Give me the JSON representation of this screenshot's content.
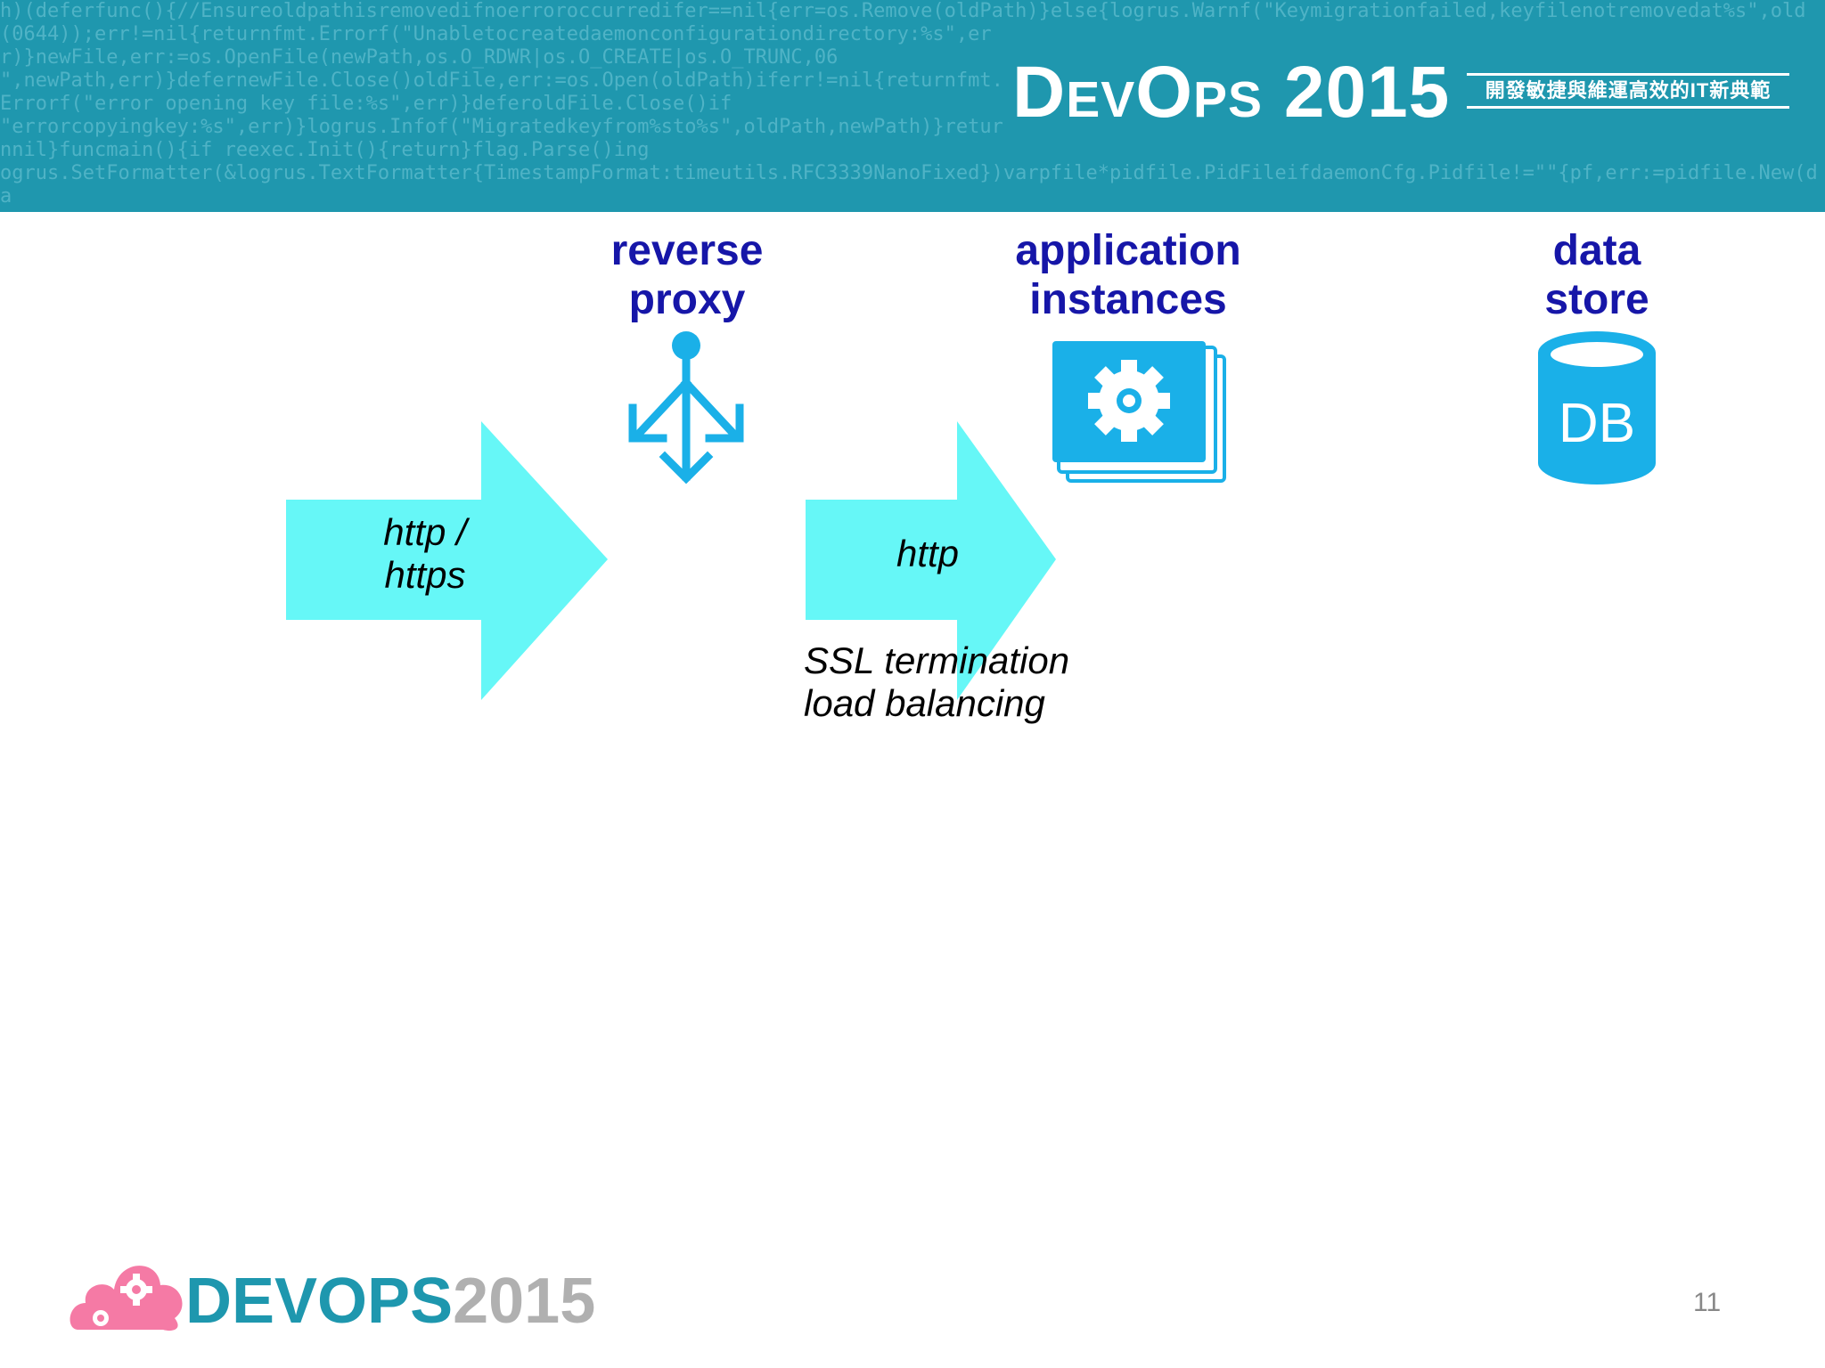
{
  "header": {
    "background_code_lines": [
      "h)(deferfunc(){//Ensureoldpathisremovedifnoerroroccurredifer==nil{err=os.Remove(oldPath)}else{logrus.Warnf(\"Keymigrationfailed,keyfilenotremovedat%s\",old",
      "(0644));err!=nil{returnfmt.Errorf(\"Unabletocreatedaemonconfigurationdirectory:%s\",err)}newFile,err:=os.OpenFile(newPath,os.O_RDWR|os.O_CREATE|os.O_TRUNC,06",
      "\",newPath,err)}defernewFile.Close()oldFile,err:=os.Open(oldPath)iferr!=nil{returnfmt.Errorf(\"error opening key file:%s\",err)}deferoldFile.Close()if",
      "\"errorcopyingkey:%s\",err)}logrus.Infof(\"Migratedkeyfrom%sto%s\",oldPath,newPath)}returnnil}funcmain(){if reexec.Init(){return}flag.Parse()ing",
      "ogrus.SetFormatter(&logrus.TextFormatter{TimestampFormat:timeutils.RFC3339NanoFixed})varpfile*pidfile.PidFileifdaemonCfg.Pidfile!=\"\"{pf,err:=pidfile.New(da"
    ],
    "brand_title": "DevOps 2015",
    "tagline": "開發敏捷與維運高效的IT新典範",
    "color": "#1f97ae"
  },
  "diagram": {
    "reverse_proxy_label": [
      "reverse",
      "proxy"
    ],
    "app_instances_label": [
      "application",
      "instances"
    ],
    "data_store_label": [
      "data",
      "store"
    ],
    "db_icon_text": "DB",
    "arrow1_text": [
      "http /",
      "https"
    ],
    "arrow2_text": "http",
    "notes": [
      "SSL termination",
      "load balancing"
    ],
    "label_color": "#1616a8",
    "arrow_color": "#66f7f7",
    "icon_color": "#1ab0e8"
  },
  "footer": {
    "logo_text_dev": "DEVOPS",
    "logo_text_year": "2015",
    "page_number": "11"
  }
}
